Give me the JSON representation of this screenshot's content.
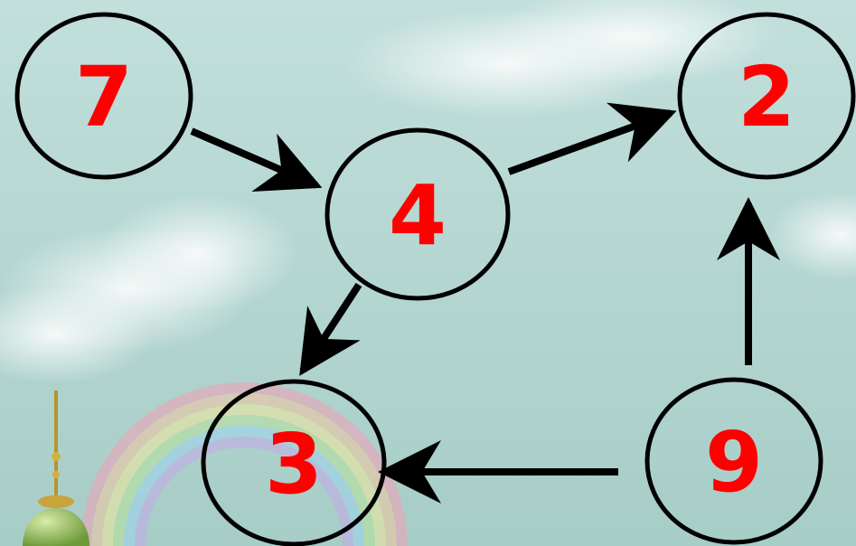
{
  "diagram": {
    "nodes": [
      {
        "id": "n7",
        "label": "7"
      },
      {
        "id": "n4",
        "label": "4"
      },
      {
        "id": "n2",
        "label": "2"
      },
      {
        "id": "n3",
        "label": "3"
      },
      {
        "id": "n9",
        "label": "9"
      }
    ],
    "edges": [
      {
        "from": "n7",
        "to": "n4"
      },
      {
        "from": "n4",
        "to": "n2"
      },
      {
        "from": "n4",
        "to": "n3"
      },
      {
        "from": "n9",
        "to": "n2"
      },
      {
        "from": "n9",
        "to": "n3"
      }
    ]
  },
  "colors": {
    "label": "#ff0000",
    "stroke": "#000000",
    "sky_top": "#b9d8d4",
    "sky_bottom": "#a9cfc9"
  }
}
